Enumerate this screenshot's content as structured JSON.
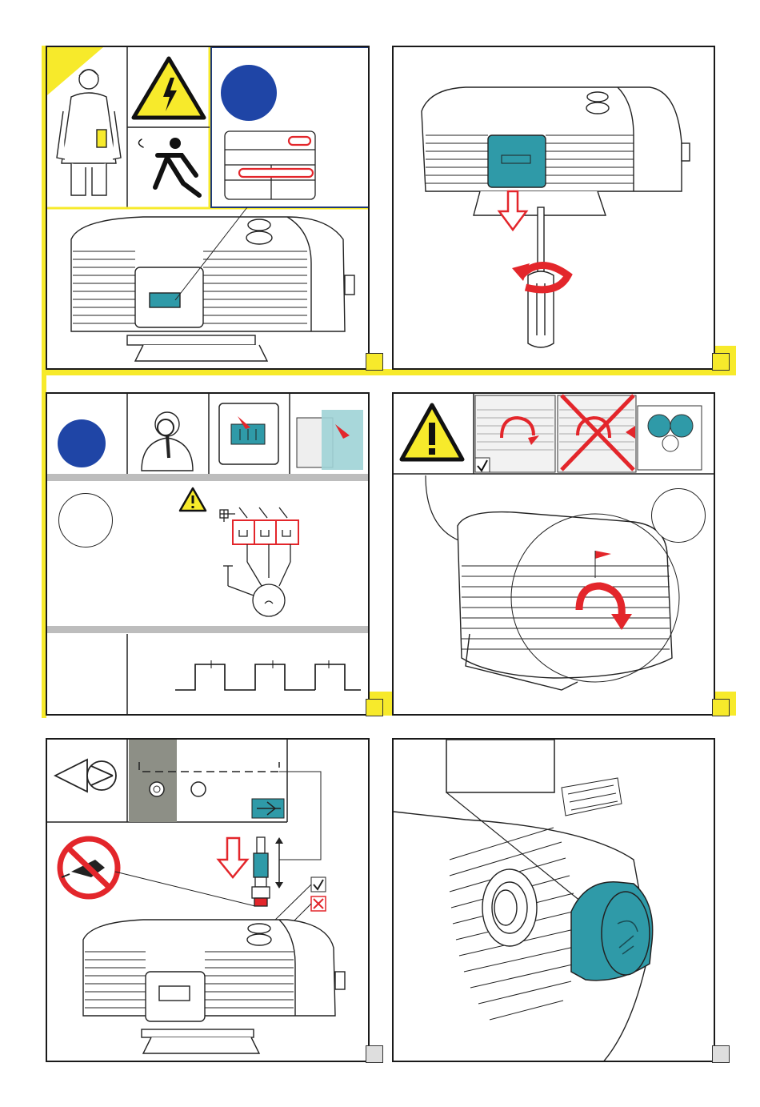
{
  "document": {
    "type": "installation-instruction-pictograms",
    "panels": [
      {
        "id": 1,
        "step_marker": "yellow",
        "content": "safety-warning-electrician-and-nameplate"
      },
      {
        "id": 2,
        "step_marker": "yellow",
        "content": "remove-terminal-box-cover"
      },
      {
        "id": 3,
        "step_marker": "yellow",
        "content": "wiring-diagram-and-motor-protection"
      },
      {
        "id": 4,
        "step_marker": "yellow",
        "content": "check-rotation-direction"
      },
      {
        "id": 5,
        "step_marker": "grey",
        "content": "connect-suction-line-no-oil"
      },
      {
        "id": 6,
        "step_marker": "grey",
        "content": "air-filter-cap"
      }
    ]
  },
  "colors": {
    "accent_yellow": "#f7ea2b",
    "accent_blue": "#1f45a6",
    "accent_teal": "#2f9aa8",
    "accent_red": "#e3262b",
    "divider_grey": "#bdbdbd",
    "step_grey": "#dedede"
  },
  "icons": [
    "electrician-icon",
    "high-voltage-warning-icon",
    "electric-shock-icon",
    "screwdriver-icon",
    "inspector-magnifier-icon",
    "terminal-box-icon",
    "caution-triangle-icon",
    "rotation-arrow-icon",
    "no-oil-can-icon",
    "pump-symbol-icon",
    "check-valve-icon"
  ]
}
